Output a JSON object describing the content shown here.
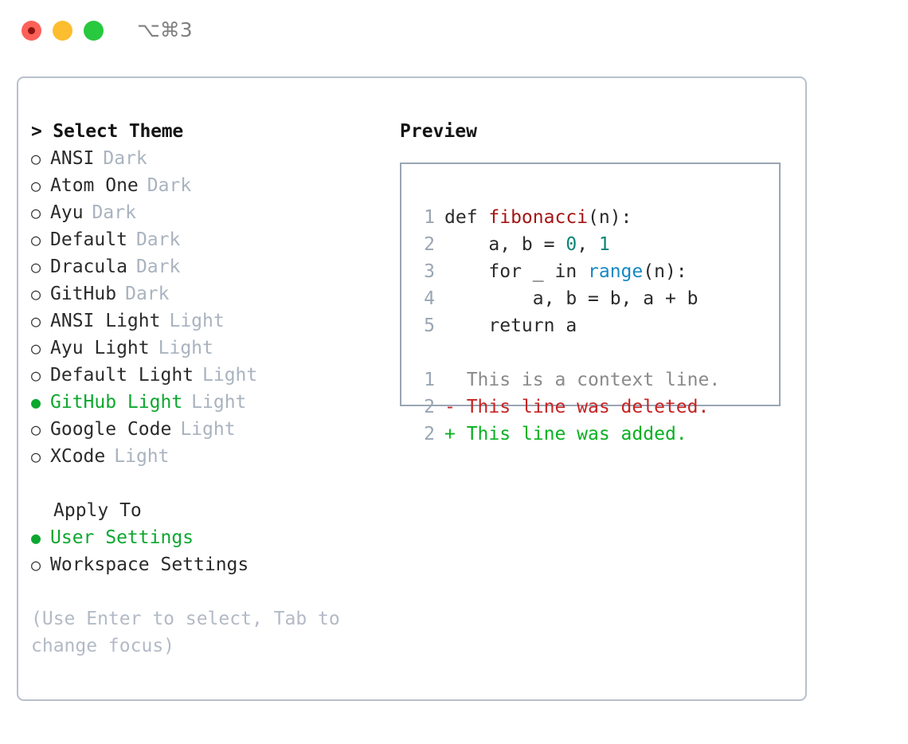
{
  "titlebar": {
    "shortcut": "⌥⌘3",
    "buttons": [
      {
        "name": "close",
        "color": "#fc6159"
      },
      {
        "name": "minimize",
        "color": "#fcbd2e"
      },
      {
        "name": "maximize",
        "color": "#28c83f"
      }
    ]
  },
  "theme_panel": {
    "header": "> Select Theme",
    "marker_unselected": "○",
    "marker_selected": "●",
    "items": [
      {
        "name": "ANSI",
        "kind": "Dark",
        "selected": false
      },
      {
        "name": "Atom One",
        "kind": "Dark",
        "selected": false
      },
      {
        "name": "Ayu",
        "kind": "Dark",
        "selected": false
      },
      {
        "name": "Default",
        "kind": "Dark",
        "selected": false
      },
      {
        "name": "Dracula",
        "kind": "Dark",
        "selected": false
      },
      {
        "name": "GitHub",
        "kind": "Dark",
        "selected": false
      },
      {
        "name": "ANSI Light",
        "kind": "Light",
        "selected": false
      },
      {
        "name": "Ayu Light",
        "kind": "Light",
        "selected": false
      },
      {
        "name": "Default Light",
        "kind": "Light",
        "selected": false
      },
      {
        "name": "GitHub Light",
        "kind": "Light",
        "selected": true
      },
      {
        "name": "Google Code",
        "kind": "Light",
        "selected": false
      },
      {
        "name": "XCode",
        "kind": "Light",
        "selected": false
      }
    ]
  },
  "apply_to": {
    "label": "Apply To",
    "options": [
      {
        "name": "User Settings",
        "selected": true
      },
      {
        "name": "Workspace Settings",
        "selected": false
      }
    ]
  },
  "help": {
    "text": "(Use Enter to select, Tab to change focus)"
  },
  "preview": {
    "header": "Preview",
    "code_lines": [
      {
        "no": "1",
        "tokens": [
          {
            "t": "def ",
            "c": "tok-def"
          },
          {
            "t": "fibonacci",
            "c": "tok-func"
          },
          {
            "t": "(n):",
            "c": "tok-plain"
          }
        ]
      },
      {
        "no": "2",
        "tokens": [
          {
            "t": "    a, b = ",
            "c": "tok-plain"
          },
          {
            "t": "0",
            "c": "tok-num"
          },
          {
            "t": ", ",
            "c": "tok-plain"
          },
          {
            "t": "1",
            "c": "tok-num"
          }
        ]
      },
      {
        "no": "3",
        "tokens": [
          {
            "t": "    for _ in ",
            "c": "tok-plain"
          },
          {
            "t": "range",
            "c": "tok-builtin"
          },
          {
            "t": "(n):",
            "c": "tok-plain"
          }
        ]
      },
      {
        "no": "4",
        "tokens": [
          {
            "t": "        a, b = b, a + b",
            "c": "tok-plain"
          }
        ]
      },
      {
        "no": "5",
        "tokens": [
          {
            "t": "    return a",
            "c": "tok-plain"
          }
        ]
      }
    ],
    "diff_lines": [
      {
        "no": "1",
        "text": "  This is a context line.",
        "cls": "diff-context"
      },
      {
        "no": "2",
        "text": "- This line was deleted.",
        "cls": "diff-del"
      },
      {
        "no": "2",
        "text": "+ This line was added.",
        "cls": "diff-add"
      }
    ]
  },
  "colors": {
    "accent_green": "#0ca72f",
    "muted": "#a9b3bf",
    "help": "#b2bac6",
    "border_panel": "#b8c0cc",
    "border_preview": "#9aa5b3",
    "func_red": "#a31515",
    "number_teal": "#0c8577",
    "builtin_blue": "#1389c4",
    "diff_add": "#09b021",
    "diff_del": "#c62222"
  }
}
